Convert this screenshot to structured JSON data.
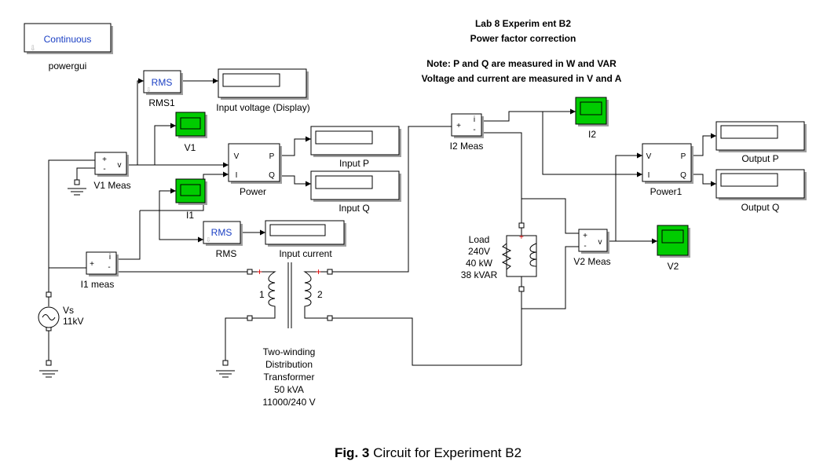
{
  "title": {
    "line1": "Lab 8  Experim ent B2",
    "line2": "Power factor correction"
  },
  "note": {
    "line1": "Note: P and Q are measured in W and VAR",
    "line2": "Voltage and current are measured in V and A"
  },
  "caption": {
    "prefix": "Fig. 3",
    "text": "Circuit for Experiment B2"
  },
  "powergui": {
    "button": "Continuous",
    "label": "powergui"
  },
  "rms1": {
    "text": "RMS",
    "label": "RMS1"
  },
  "rms": {
    "text": "RMS",
    "label": "RMS"
  },
  "displays": {
    "input_voltage": "Input voltage (Display)",
    "input_p": "Input P",
    "input_q": "Input Q",
    "input_current": "Input current",
    "output_p": "Output P",
    "output_q": "Output Q"
  },
  "scopes": {
    "v1": "V1",
    "i1": "I1",
    "i2": "I2",
    "v2": "V2"
  },
  "meas": {
    "v1": "V1 Meas",
    "i1": "I1 meas",
    "i2": "I2 Meas",
    "v2": "V2 Meas"
  },
  "power": {
    "label": "Power",
    "label1": "Power1",
    "port_v": "V",
    "port_i": "I",
    "port_p": "P",
    "port_q": "Q"
  },
  "ports": {
    "v": "v",
    "i": "i",
    "plus": "+",
    "minus": "-"
  },
  "source": {
    "name": "Vs",
    "value": "11kV"
  },
  "load": {
    "l1": "Load",
    "l2": "240V",
    "l3": "40 kW",
    "l4": "38 kVAR"
  },
  "transformer": {
    "w1": "1",
    "w2": "2",
    "l1": "Two-winding",
    "l2": "Distribution",
    "l3": "Transformer",
    "l4": "50 kVA",
    "l5": "11000/240 V"
  },
  "colors": {
    "scope_fill": "#00cc00",
    "rms_text": "#1a3fc4",
    "block_shadow": "#a0a0a0",
    "red_mark": "#e00000"
  }
}
